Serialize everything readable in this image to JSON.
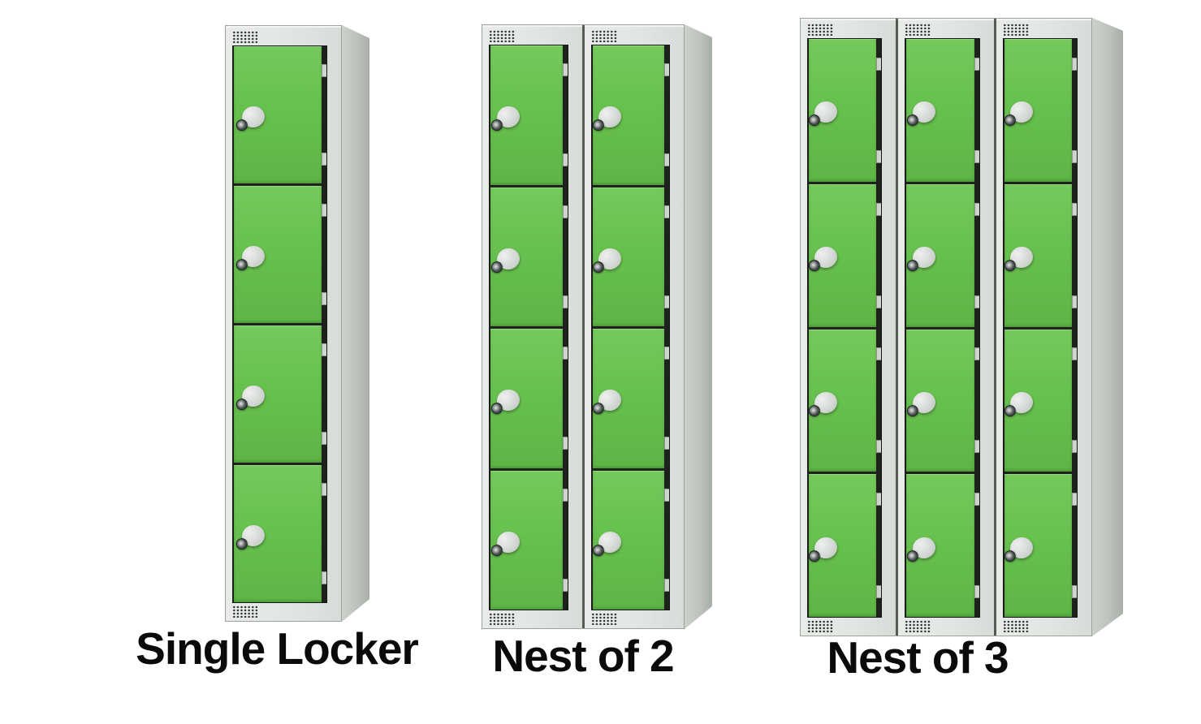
{
  "collage": {
    "background": "#ffffff",
    "groups": [
      {
        "id": "single",
        "label": "Single Locker",
        "columns": 1,
        "doors_per_column": 4
      },
      {
        "id": "nest2",
        "label": "Nest of 2",
        "columns": 2,
        "doors_per_column": 4
      },
      {
        "id": "nest3",
        "label": "Nest of 3",
        "columns": 3,
        "doors_per_column": 4
      }
    ],
    "colors": {
      "door_green": "#67c14e",
      "door_green_light": "#74ca5b",
      "door_green_dark": "#5db545",
      "frame_grey": "#e2e6e2",
      "side_panel_grey": "#bcc2bc",
      "gap_dark": "#1d221d",
      "handle_silver": "#d5d9d5",
      "label_text": "#0a0a0a"
    },
    "parts": {
      "handle": "round-door-handle",
      "lock": "key-lock-cylinder",
      "vent": "ventilation-grille",
      "hinge": "door-hinge-tab"
    }
  }
}
